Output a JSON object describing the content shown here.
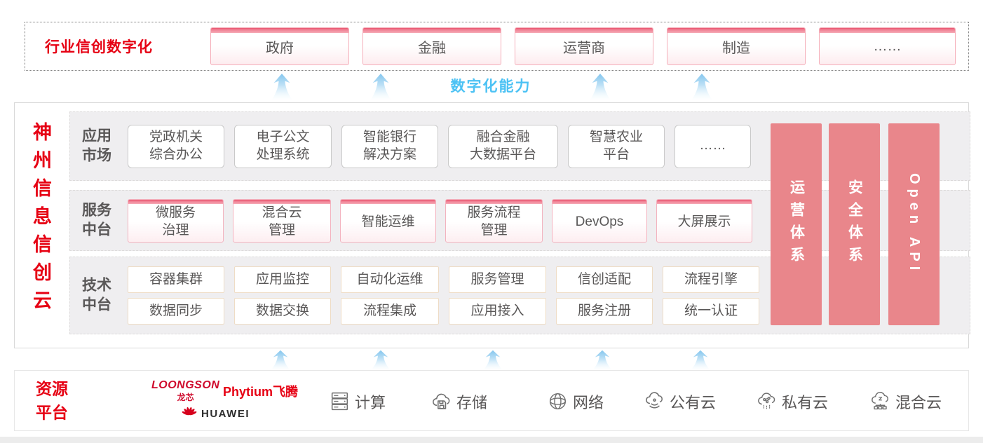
{
  "colors": {
    "accent_red": "#e60013",
    "salmon": "#e9868b",
    "sky_blue": "#4cc2f4",
    "pink_edge": "#e9536e",
    "text_gray": "#595757"
  },
  "header": {
    "label": "行业信创数字化",
    "industries": [
      "政府",
      "金融",
      "运营商",
      "制造",
      "……"
    ]
  },
  "capability_label": "数字化能力",
  "platform": {
    "title": "神州信息信创云",
    "rows": [
      {
        "label": "应用市场",
        "style": "plain",
        "items": [
          "党政机关\n综合办公",
          "电子公文\n处理系统",
          "智能银行\n解决方案",
          "融合金融\n大数据平台",
          "智慧农业\n平台",
          "……"
        ]
      },
      {
        "label": "服务中台",
        "style": "pink",
        "items": [
          "微服务\n治理",
          "混合云\n管理",
          "智能运维",
          "服务流程\n管理",
          "DevOps",
          "大屏展示"
        ]
      },
      {
        "label": "技术中台",
        "style": "tech",
        "items_rows": [
          [
            "容器集群",
            "应用监控",
            "自动化运维",
            "服务管理",
            "信创适配",
            "流程引擎"
          ],
          [
            "数据同步",
            "数据交换",
            "流程集成",
            "应用接入",
            "服务注册",
            "统一认证"
          ]
        ]
      }
    ],
    "pillars": [
      {
        "text": "运营体系",
        "script": "cjk"
      },
      {
        "text": "安全体系",
        "script": "cjk"
      },
      {
        "text": "Open API",
        "script": "latin"
      }
    ]
  },
  "resources": {
    "label": "资源平台",
    "vendors": [
      {
        "name": "LOONGSON",
        "sub": "龙芯"
      },
      {
        "name": "Phytium飞腾"
      },
      {
        "name": "HUAWEI"
      }
    ],
    "items": [
      {
        "icon": "compute-icon",
        "label": "计算"
      },
      {
        "icon": "storage-icon",
        "label": "存储"
      },
      {
        "icon": "network-icon",
        "label": "网络"
      },
      {
        "icon": "public-cloud-icon",
        "label": "公有云"
      },
      {
        "icon": "private-cloud-icon",
        "label": "私有云"
      },
      {
        "icon": "hybrid-cloud-icon",
        "label": "混合云"
      }
    ]
  }
}
